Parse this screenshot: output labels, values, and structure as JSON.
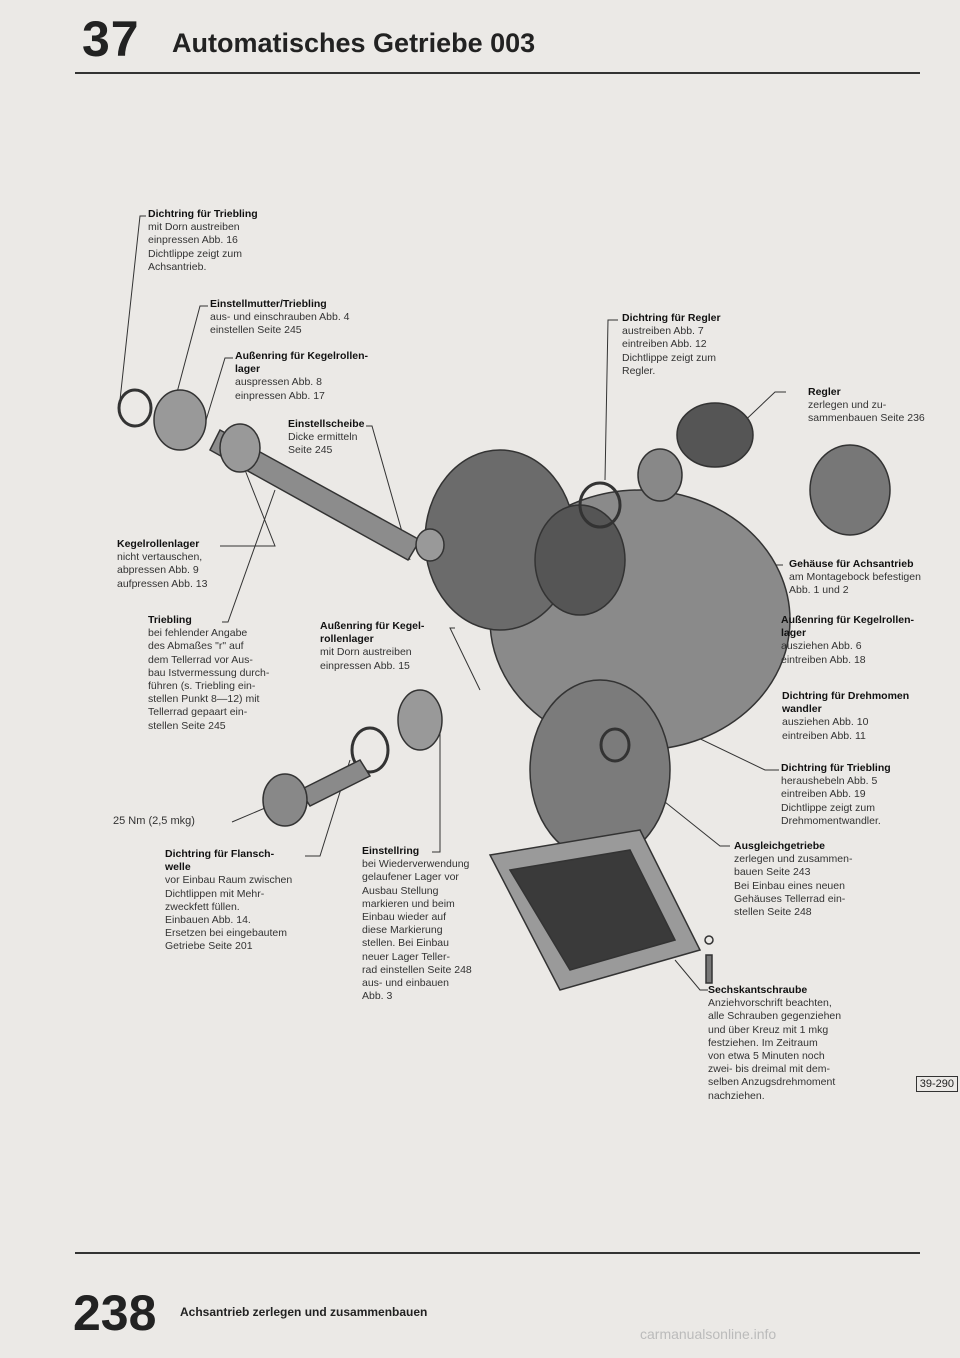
{
  "header": {
    "chapter_number": "37",
    "chapter_title": "Automatisches Getriebe 003"
  },
  "labels": {
    "dichtring_triebling_top": {
      "title": "Dichtring für Triebling",
      "body": "mit Dorn austreiben\neinpressen Abb. 16\nDichtlippe zeigt zum\nAchsantrieb."
    },
    "einstellmutter": {
      "title": "Einstellmutter/Triebling",
      "body": "aus- und einschrauben Abb. 4\neinstellen Seite 245"
    },
    "aussenring_left": {
      "title": "Außenring für Kegelrollen-\nlager",
      "body": "auspressen Abb. 8\neinpressen Abb. 17"
    },
    "einstellscheibe": {
      "title": "Einstellscheibe",
      "body": "Dicke ermitteln\nSeite 245"
    },
    "kegelrollenlager": {
      "title": "Kegelrollenlager",
      "body": "nicht vertauschen,\nabpressen Abb. 9\naufpressen Abb. 13"
    },
    "triebling": {
      "title": "Triebling",
      "body": "bei fehlender Angabe\ndes Abmaßes \"r\" auf\ndem Tellerrad vor Aus-\nbau Istvermessung durch-\nführen (s. Triebling ein-\nstellen Punkt 8—12) mit\nTellerrad gepaart ein-\nstellen Seite 245"
    },
    "aussenring_mid": {
      "title": "Außenring für Kegel-\nrollenlager",
      "body": "mit Dorn austreiben\neinpressen Abb. 15"
    },
    "torque": {
      "body": "25 Nm (2,5 mkg)"
    },
    "dichtring_flansch": {
      "title": "Dichtring für Flansch-\nwelle",
      "body": "vor Einbau Raum zwischen\nDichtlippen mit Mehr-\nzweckfett füllen.\nEinbauen Abb. 14.\nErsetzen bei eingebautem\nGetriebe Seite 201"
    },
    "einstellring": {
      "title": "Einstellring",
      "body": "bei Wiederverwendung\ngelaufener Lager vor\nAusbau Stellung\nmarkieren und beim\nEinbau wieder auf\ndiese Markierung\nstellen. Bei Einbau\nneuer Lager Teller-\nrad einstellen Seite 248\naus- und einbauen\nAbb. 3"
    },
    "dichtring_regler": {
      "title": "Dichtring für Regler",
      "body": "austreiben Abb. 7\neintreiben Abb. 12\nDichtlippe zeigt zum\nRegler."
    },
    "regler": {
      "title": "Regler",
      "body": "zerlegen und zu-\nsammenbauen Seite 236"
    },
    "gehaeuse": {
      "title": "Gehäuse für Achsantrieb",
      "body": "am Montagebock befestigen\nAbb. 1 und 2"
    },
    "aussenring_right": {
      "title": "Außenring für Kegelrollen-\nlager",
      "body": "ausziehen Abb. 6\neintreiben Abb. 18"
    },
    "dichtring_drehmoment": {
      "title": "Dichtring für Drehmomen\nwandler",
      "body": "ausziehen Abb. 10\neintreiben Abb. 11"
    },
    "dichtring_triebling_right": {
      "title": "Dichtring für Triebling",
      "body": "heraushebeln Abb. 5\neintreiben Abb. 19\nDichtlippe zeigt zum\nDrehmomentwandler."
    },
    "ausgleichgetriebe": {
      "title": "Ausgleichgetriebe",
      "body": "zerlegen und zusammen-\nbauen Seite 243\nBei Einbau eines neuen\nGehäuses Tellerrad ein-\nstellen Seite 248"
    },
    "sechskantschraube": {
      "title": "Sechskantschraube",
      "body": "Anziehvorschrift beachten,\nalle Schrauben gegenziehen\nund über Kreuz mit 1 mkg\nfestziehen. Im Zeitraum\nvon etwa 5 Minuten noch\nzwei- bis dreimal mit dem-\nselben Anzugsdrehmoment\nnachziehen."
    }
  },
  "figure_number": "39-290",
  "footer": {
    "page_number": "238",
    "page_title": "Achsantrieb zerlegen und zusammenbauen",
    "watermark": "carmanualsonline.info"
  }
}
